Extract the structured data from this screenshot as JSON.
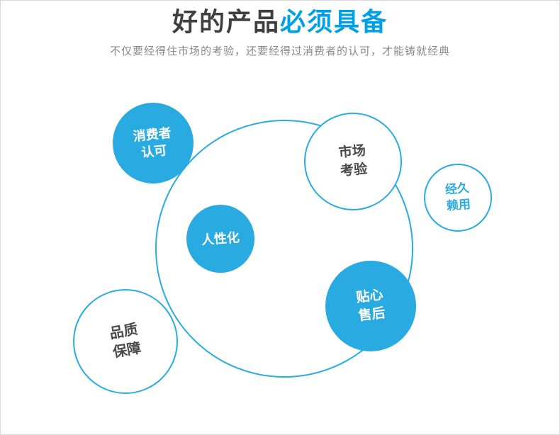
{
  "header": {
    "title_normal": "好的产品",
    "title_accent": "必须具备",
    "subtitle": "不仅要经得住市场的考验，还要经得过消费者的认可，才能铸就经典"
  },
  "diagram": {
    "consumer": {
      "line1": "消费者",
      "line2": "认可"
    },
    "market": {
      "line1": "市场",
      "line2": "考验"
    },
    "durable": {
      "line1": "经久",
      "line2": "赖用"
    },
    "humanized": {
      "line1": "人性化"
    },
    "aftersale": {
      "line1": "贴心",
      "line2": "售后"
    },
    "quality": {
      "line1": "品质",
      "line2": "保障"
    }
  },
  "colors": {
    "accent_blue": "#29abe2",
    "title_accent_blue": "#00a0e9",
    "dark_text": "#4a4a4a",
    "subtitle_gray": "#8a8a8a"
  }
}
